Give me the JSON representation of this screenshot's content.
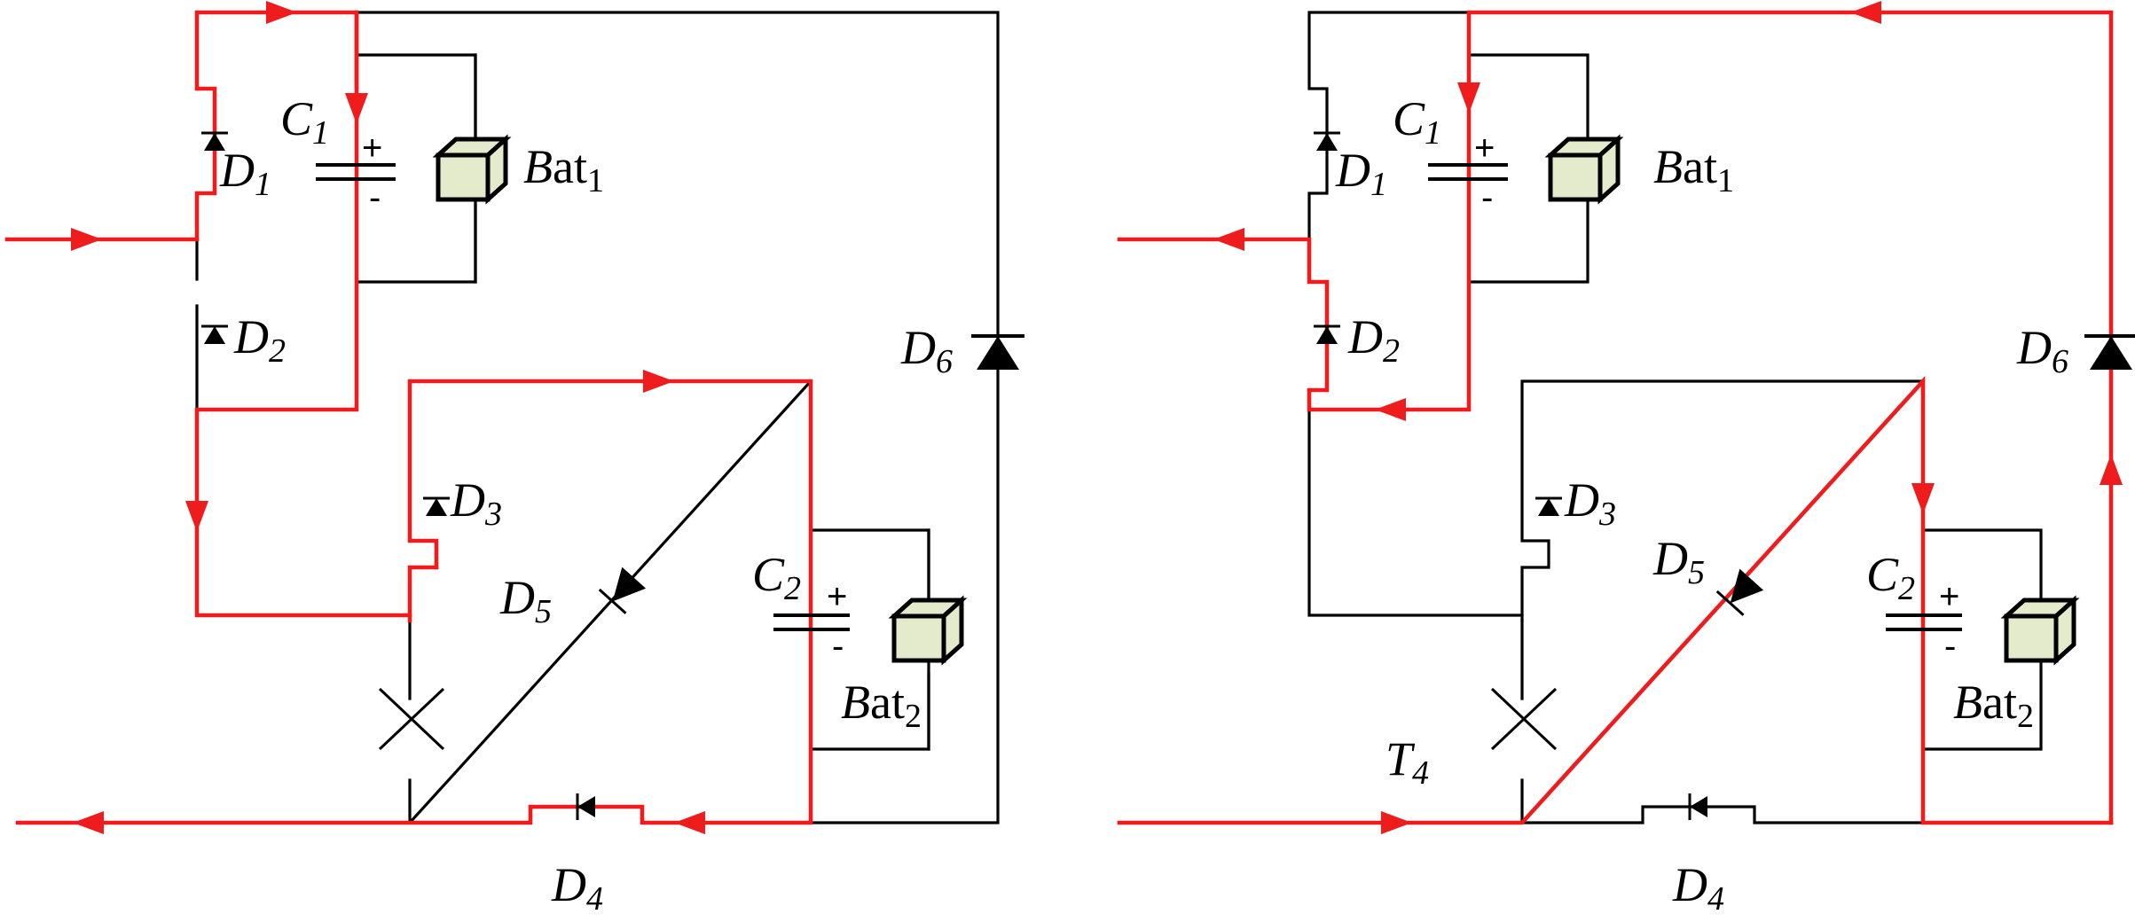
{
  "colors": {
    "wire_black": "#000000",
    "current_red": "#ee1c1c",
    "battery_fill": "#e4ebcc"
  },
  "panels": [
    {
      "labels": {
        "c1": {
          "letter": "C",
          "sub": "1"
        },
        "bat1": {
          "letter": "B",
          "rest": "at",
          "sub": "1"
        },
        "d1": {
          "letter": "D",
          "sub": "1"
        },
        "d2": {
          "letter": "D",
          "sub": "2"
        },
        "d3": {
          "letter": "D",
          "sub": "3"
        },
        "d4": {
          "letter": "D",
          "sub": "4"
        },
        "d5": {
          "letter": "D",
          "sub": "5"
        },
        "d6": {
          "letter": "D",
          "sub": "6"
        },
        "c2": {
          "letter": "C",
          "sub": "2"
        },
        "bat2": {
          "letter": "B",
          "rest": "at",
          "sub": "2"
        },
        "plus": "+",
        "minus": "-"
      }
    },
    {
      "labels": {
        "c1": {
          "letter": "C",
          "sub": "1"
        },
        "bat1": {
          "letter": "B",
          "rest": "at",
          "sub": "1"
        },
        "d1": {
          "letter": "D",
          "sub": "1"
        },
        "d2": {
          "letter": "D",
          "sub": "2"
        },
        "d3": {
          "letter": "D",
          "sub": "3"
        },
        "d4": {
          "letter": "D",
          "sub": "4"
        },
        "d5": {
          "letter": "D",
          "sub": "5"
        },
        "d6": {
          "letter": "D",
          "sub": "6"
        },
        "c2": {
          "letter": "C",
          "sub": "2"
        },
        "bat2": {
          "letter": "B",
          "rest": "at",
          "sub": "2"
        },
        "t4": {
          "letter": "T",
          "sub": "4"
        },
        "plus": "+",
        "minus": "-"
      }
    }
  ]
}
